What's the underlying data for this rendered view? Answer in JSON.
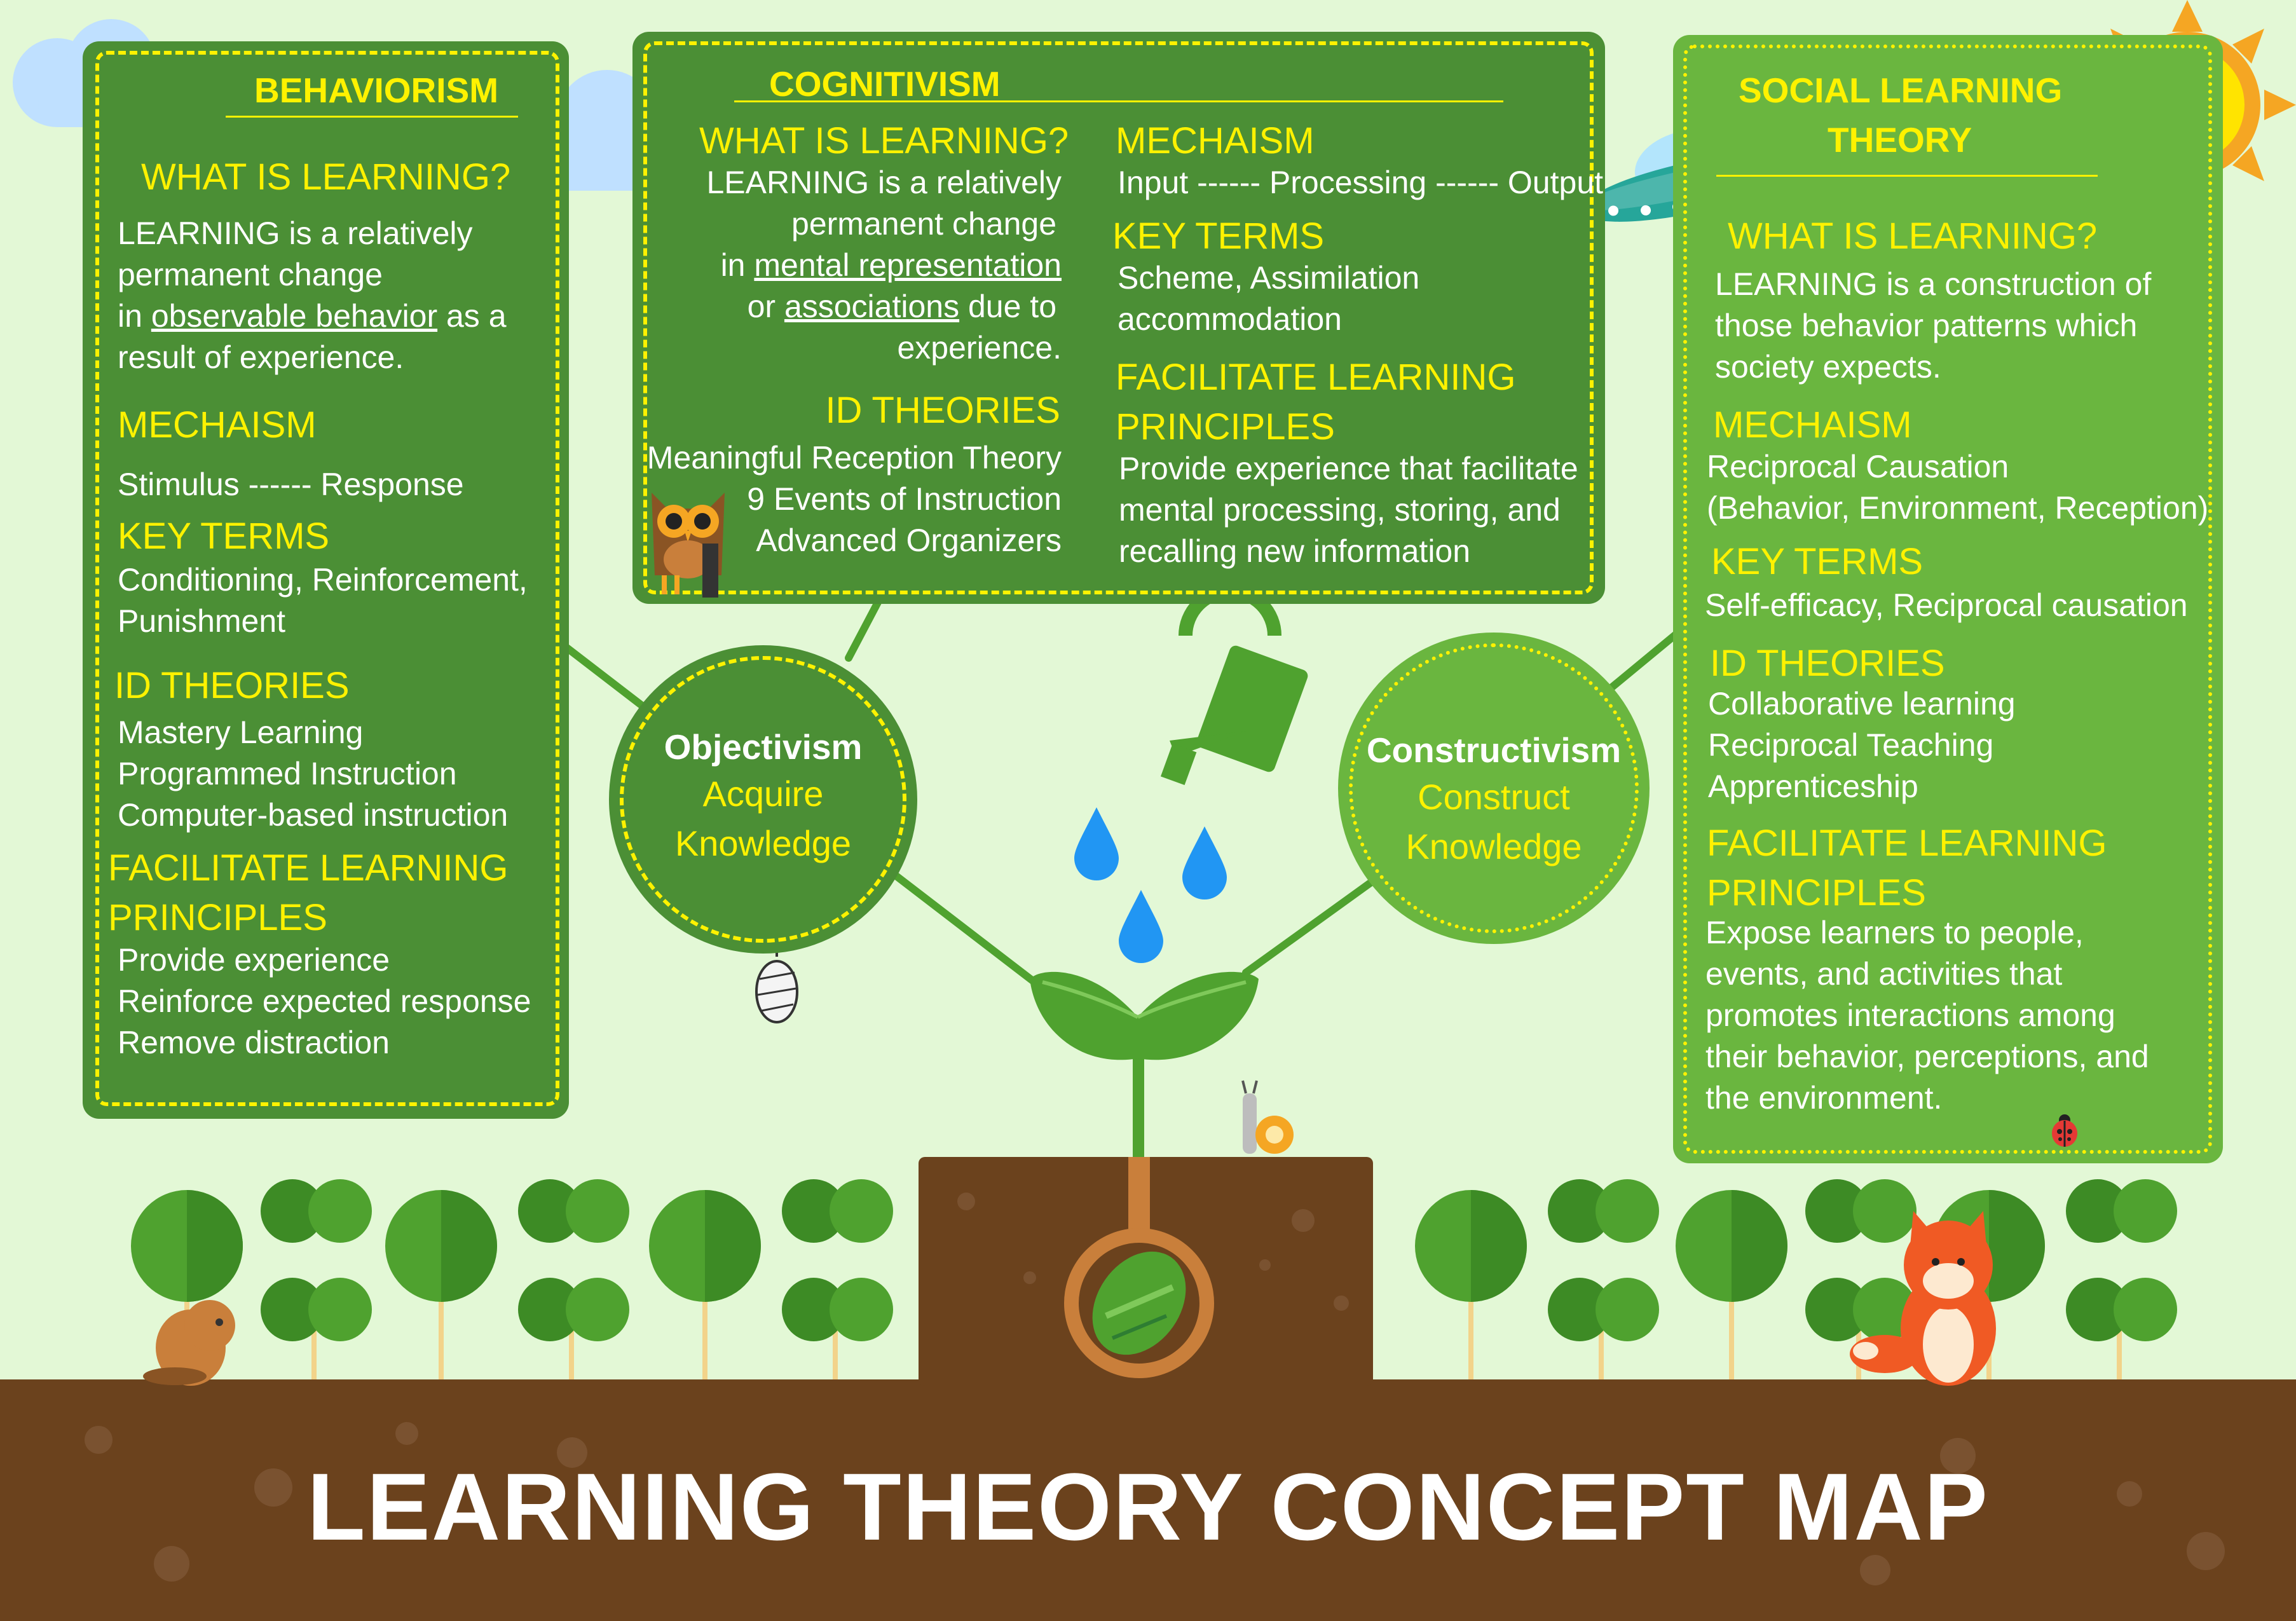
{
  "page_title": "LEARNING THEORY CONCEPT MAP",
  "colors": {
    "background": "#e3f8d6",
    "panel_dark": "#4b8f35",
    "panel_light": "#6ab63f",
    "accent_yellow": "#fff200",
    "soil": "#6b421d",
    "leaf": "#4fa22f",
    "water": "#2196f3"
  },
  "behaviorism": {
    "title": "BEHAVIORISM",
    "what_heading": "WHAT IS LEARNING?",
    "what_l1": "LEARNING is a relatively",
    "what_l2": "permanent  change",
    "what_l3_pre": "in ",
    "what_l3_link": "observable behavior",
    "what_l3_post": " as a",
    "what_l4": "result of experience.",
    "mech_heading": "MECHAISM",
    "mech_text": "Stimulus ------ Response",
    "key_heading": "KEY TERMS",
    "key_l1": "Conditioning, Reinforcement,",
    "key_l2": "Punishment",
    "id_heading": "ID THEORIES",
    "id_items": [
      "Mastery Learning",
      "Programmed Instruction",
      "Computer-based instruction"
    ],
    "fac_heading_l1": "FACILITATE LEARNING",
    "fac_heading_l2": "PRINCIPLES",
    "fac_items": [
      "Provide experience",
      "Reinforce expected response",
      "Remove distraction"
    ]
  },
  "cognitivism": {
    "title": "COGNITIVISM",
    "what_heading": "WHAT IS LEARNING?",
    "what_l1": "LEARNING is a relatively",
    "what_l2": "permanent  change",
    "what_l3_pre": "in ",
    "what_l3_link": "mental representation",
    "what_l4_pre": "or ",
    "what_l4_link": "associations",
    "what_l4_post": " due to",
    "what_l5": "experience.",
    "id_heading": "ID THEORIES",
    "id_items": [
      "Meaningful Reception Theory",
      "9 Events of Instruction",
      "Advanced Organizers"
    ],
    "mech_heading": "MECHAISM",
    "mech_text": "Input ------ Processing ------ Output",
    "key_heading": "KEY TERMS",
    "key_l1": "Scheme, Assimilation",
    "key_l2": "accommodation",
    "fac_heading_l1": "FACILITATE LEARNING",
    "fac_heading_l2": "PRINCIPLES",
    "fac_l1": "Provide experience that facilitate",
    "fac_l2": "mental processing, storing, and",
    "fac_l3": "recalling new information"
  },
  "social": {
    "title_l1": "SOCIAL LEARNING",
    "title_l2": "THEORY",
    "what_heading": "WHAT IS LEARNING?",
    "what_l1": "LEARNING is a construction of",
    "what_l2": "those behavior patterns which",
    "what_l3": "society expects.",
    "mech_heading": "MECHAISM",
    "mech_l1": "Reciprocal Causation",
    "mech_l2": "(Behavior, Environment, Reception)",
    "key_heading": "KEY TERMS",
    "key_text": "Self-efficacy, Reciprocal causation",
    "id_heading": "ID THEORIES",
    "id_items": [
      "Collaborative learning",
      "Reciprocal Teaching",
      "Apprenticeship"
    ],
    "fac_heading_l1": "FACILITATE LEARNING",
    "fac_heading_l2": "PRINCIPLES",
    "fac_items": [
      "Expose learners to people,",
      "events, and activities that",
      "promotes interactions among",
      "their behavior, perceptions, and",
      "the environment."
    ]
  },
  "objectivism": {
    "title": "Objectivism",
    "sub_l1": "Acquire",
    "sub_l2": "Knowledge"
  },
  "constructivism": {
    "title": "Constructivism",
    "sub_l1": "Construct",
    "sub_l2": "Knowledge"
  }
}
